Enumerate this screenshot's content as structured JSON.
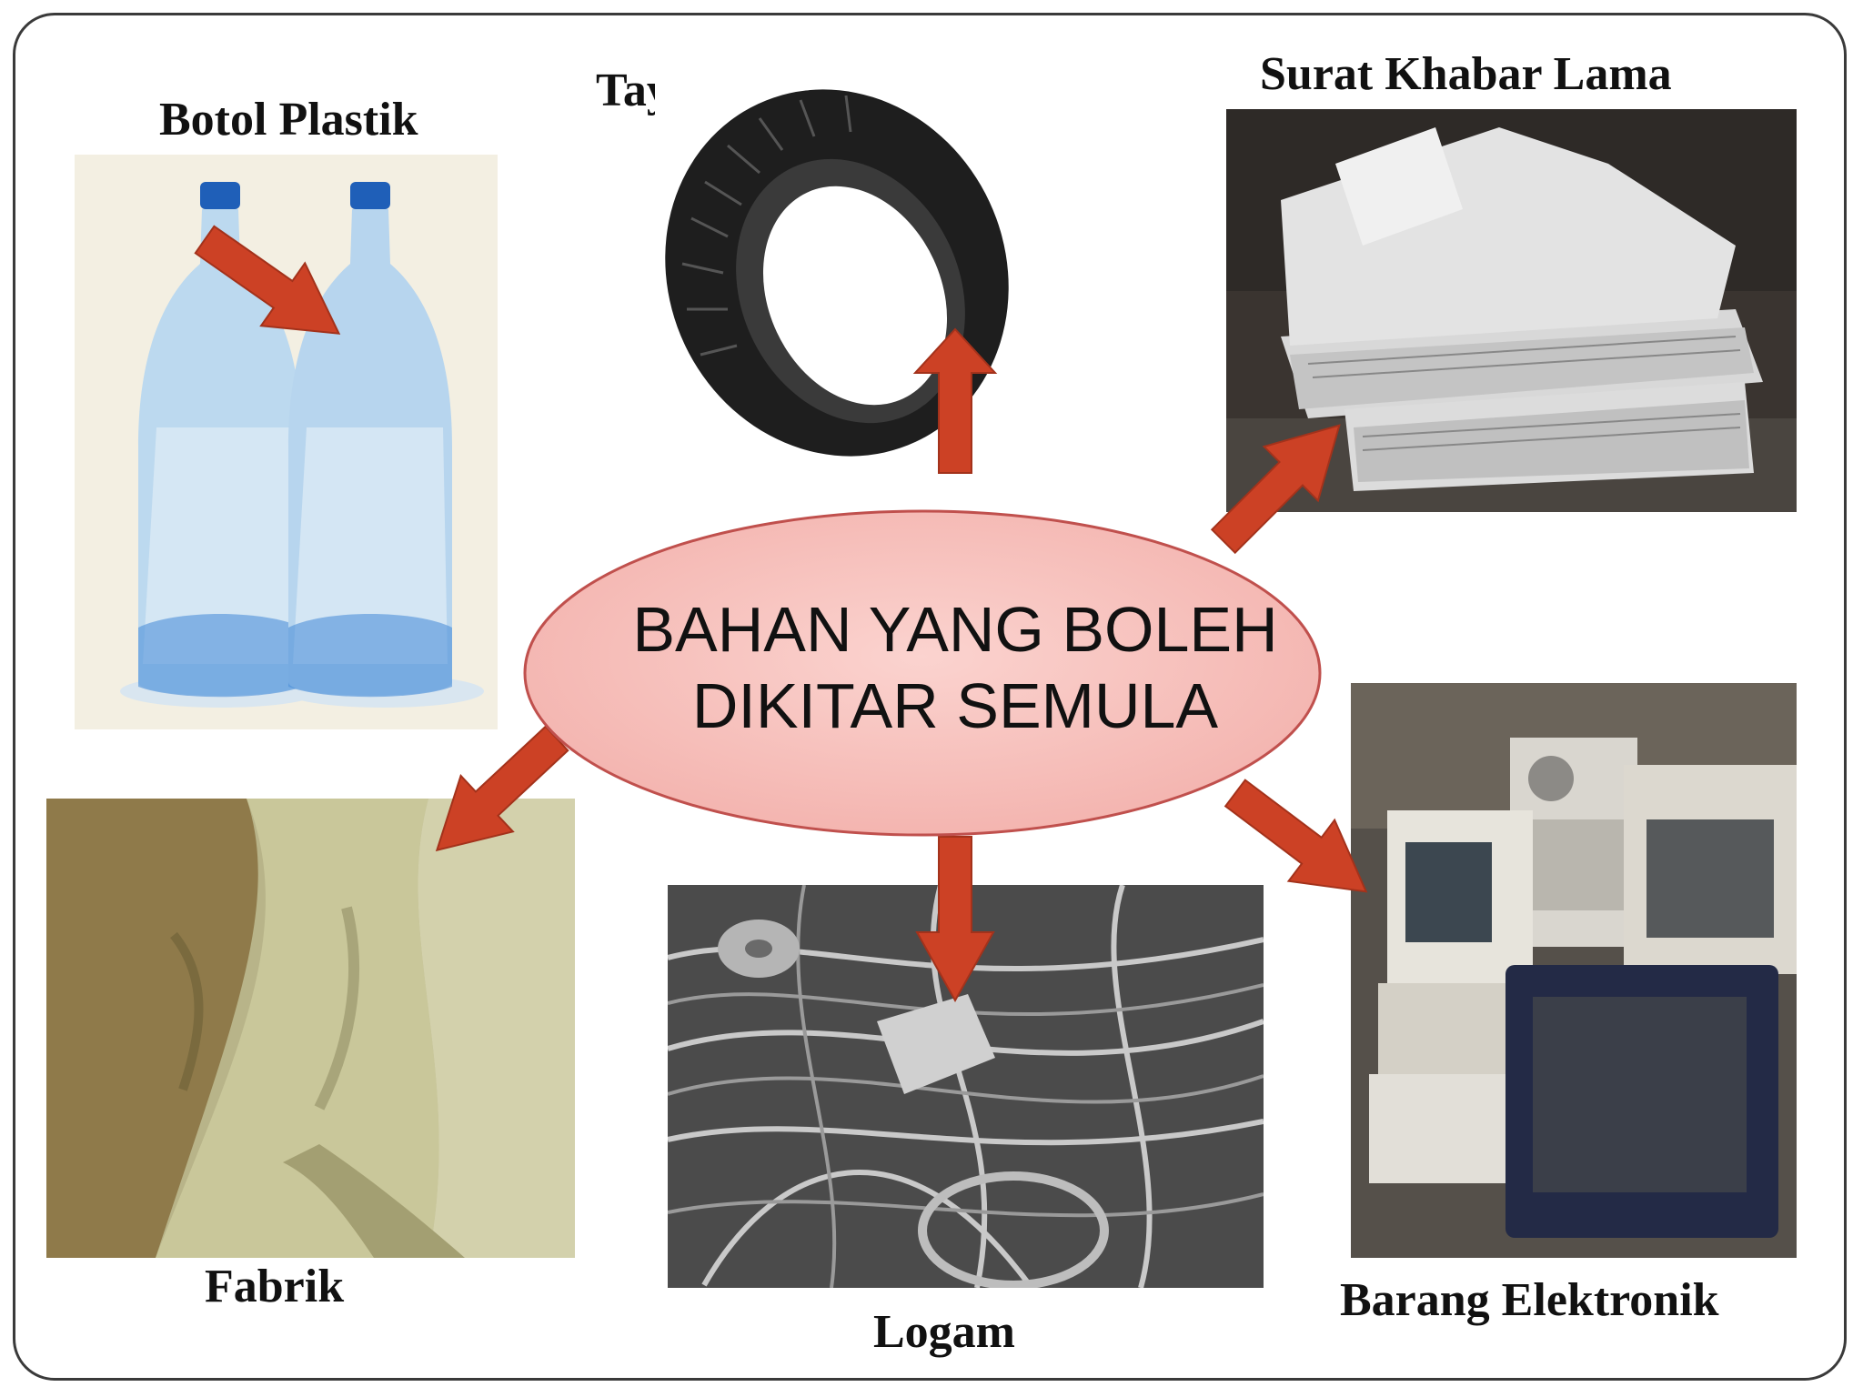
{
  "center": {
    "line1": "BAHAN YANG BOLEH",
    "line2": "DIKITAR SEMULA",
    "fill": "#f8c4c0",
    "stroke": "#c0504d"
  },
  "arrow_color": "#cc4125",
  "nodes": {
    "botol_plastik": {
      "label": "Botol Plastik"
    },
    "tayar": {
      "label": "Tayar"
    },
    "surat_khabar": {
      "label": "Surat Khabar Lama"
    },
    "fabrik": {
      "label": "Fabrik"
    },
    "logam": {
      "label": "Logam"
    },
    "barang_elektronik": {
      "label": "Barang Elektronik"
    }
  }
}
